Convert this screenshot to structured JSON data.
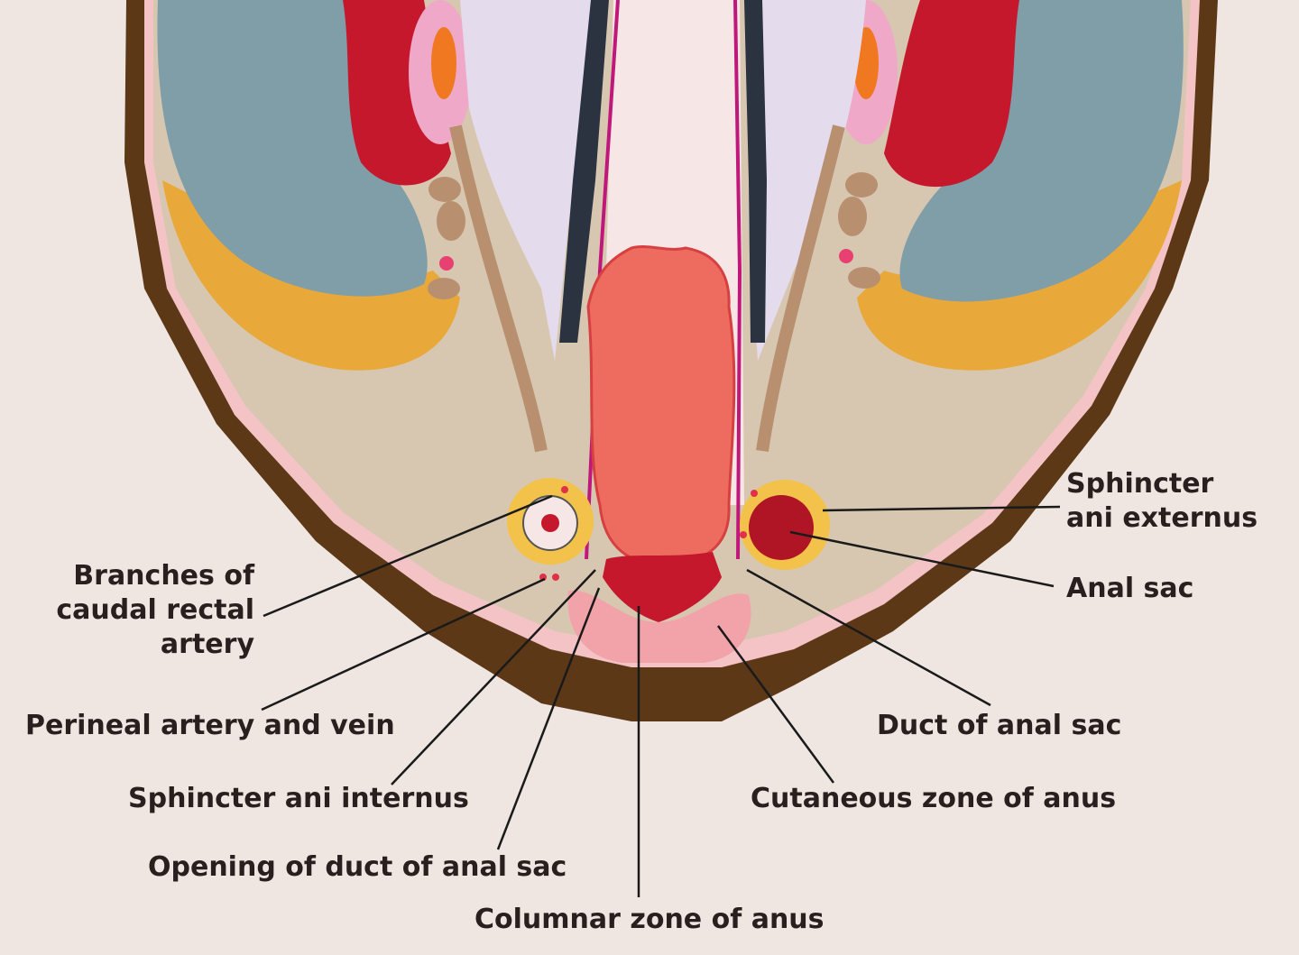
{
  "colors": {
    "background": "#efe6e2",
    "skin_outer": "#5c3817",
    "muscle_bg": "#d8c7b0",
    "fat_yellow": "#e9a83a",
    "bone_blue": "#7f9ea8",
    "rectum_red": "#c5182c",
    "mucosa": "#ee6b5f",
    "pink_zone": "#f2a3aa",
    "magenta_line": "#c0187a",
    "lavender": "#e4dbec"
  },
  "labels": {
    "branches_caudal_rectal": [
      "Branches of",
      "caudal rectal",
      "artery"
    ],
    "perineal": "Perineal artery and vein",
    "sphincter_internus": "Sphincter ani internus",
    "opening_duct": "Opening of duct of anal sac",
    "columnar_zone": "Columnar zone of anus",
    "sphincter_externus": [
      "Sphincter",
      "ani externus"
    ],
    "anal_sac": "Anal sac",
    "duct_anal_sac": "Duct of anal sac",
    "cutaneous_zone": "Cutaneous zone of anus"
  }
}
